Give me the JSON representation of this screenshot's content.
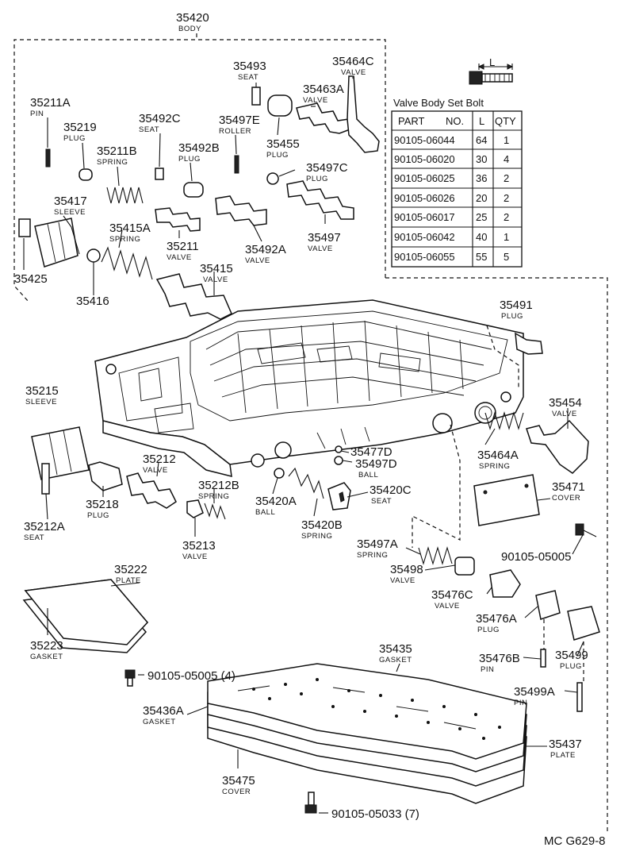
{
  "body_part": {
    "number": "35420",
    "name": "BODY"
  },
  "labels": [
    {
      "id": "35493",
      "number": "35493",
      "name": "SEAT"
    },
    {
      "id": "35464C",
      "number": "35464C",
      "name": "VALVE"
    },
    {
      "id": "35463A",
      "number": "35463A",
      "name": "VALVE"
    },
    {
      "id": "35211A",
      "number": "35211A",
      "name": "PIN"
    },
    {
      "id": "35492C",
      "number": "35492C",
      "name": "SEAT"
    },
    {
      "id": "35497E",
      "number": "35497E",
      "name": "ROLLER"
    },
    {
      "id": "35219",
      "number": "35219",
      "name": "PLUG"
    },
    {
      "id": "35211B",
      "number": "35211B",
      "name": "SPRING"
    },
    {
      "id": "35492B",
      "number": "35492B",
      "name": "PLUG"
    },
    {
      "id": "35455",
      "number": "35455",
      "name": "PLUG"
    },
    {
      "id": "35497C",
      "number": "35497C",
      "name": "PLUG"
    },
    {
      "id": "35417",
      "number": "35417",
      "name": "SLEEVE"
    },
    {
      "id": "35415A",
      "number": "35415A",
      "name": "SPRING"
    },
    {
      "id": "35211",
      "number": "35211",
      "name": "VALVE"
    },
    {
      "id": "35492A",
      "number": "35492A",
      "name": "VALVE"
    },
    {
      "id": "35497",
      "number": "35497",
      "name": "VALVE"
    },
    {
      "id": "35425",
      "number": "35425",
      "name": ""
    },
    {
      "id": "35416",
      "number": "35416",
      "name": ""
    },
    {
      "id": "35415",
      "number": "35415",
      "name": "VALVE"
    },
    {
      "id": "35491",
      "number": "35491",
      "name": "PLUG"
    },
    {
      "id": "35215",
      "number": "35215",
      "name": "SLEEVE"
    },
    {
      "id": "35454",
      "number": "35454",
      "name": "VALVE"
    },
    {
      "id": "35477D",
      "number": "35477D",
      "name": ""
    },
    {
      "id": "35497D",
      "number": "35497D",
      "name": "BALL"
    },
    {
      "id": "35464A",
      "number": "35464A",
      "name": "SPRING"
    },
    {
      "id": "35212",
      "number": "35212",
      "name": "VALVE"
    },
    {
      "id": "35212B",
      "number": "35212B",
      "name": "SPRING"
    },
    {
      "id": "35218",
      "number": "35218",
      "name": "PLUG"
    },
    {
      "id": "35420A",
      "number": "35420A",
      "name": "BALL"
    },
    {
      "id": "35420C",
      "number": "35420C",
      "name": "SEAT"
    },
    {
      "id": "35471",
      "number": "35471",
      "name": "COVER"
    },
    {
      "id": "35212A",
      "number": "35212A",
      "name": "SEAT"
    },
    {
      "id": "35420B",
      "number": "35420B",
      "name": "SPRING"
    },
    {
      "id": "35213",
      "number": "35213",
      "name": "VALVE"
    },
    {
      "id": "35497A",
      "number": "35497A",
      "name": "SPRING"
    },
    {
      "id": "90105-05005a",
      "number": "90105-05005",
      "name": ""
    },
    {
      "id": "35222",
      "number": "35222",
      "name": "PLATE"
    },
    {
      "id": "35498",
      "number": "35498",
      "name": "VALVE"
    },
    {
      "id": "35476C",
      "number": "35476C",
      "name": "VALVE"
    },
    {
      "id": "35476A",
      "number": "35476A",
      "name": "PLUG"
    },
    {
      "id": "35223",
      "number": "35223",
      "name": "GASKET"
    },
    {
      "id": "35435",
      "number": "35435",
      "name": "GASKET"
    },
    {
      "id": "35476B",
      "number": "35476B",
      "name": "PIN"
    },
    {
      "id": "35499",
      "number": "35499",
      "name": "PLUG"
    },
    {
      "id": "90105-05005b",
      "number": "90105-05005 (4)",
      "name": ""
    },
    {
      "id": "35499A",
      "number": "35499A",
      "name": "PIN"
    },
    {
      "id": "35436A",
      "number": "35436A",
      "name": "GASKET"
    },
    {
      "id": "35437",
      "number": "35437",
      "name": "PLATE"
    },
    {
      "id": "35475",
      "number": "35475",
      "name": "COVER"
    },
    {
      "id": "90105-05033",
      "number": "90105-05033 (7)",
      "name": ""
    }
  ],
  "bolt_table": {
    "title": "Valve Body Set Bolt",
    "length_symbol": "L",
    "headers": {
      "part": "PART",
      "no": "NO.",
      "length": "L",
      "qty": "QTY"
    },
    "rows": [
      {
        "part_no": "90105-06044",
        "length": "64",
        "qty": "1"
      },
      {
        "part_no": "90105-06020",
        "length": "30",
        "qty": "4"
      },
      {
        "part_no": "90105-06025",
        "length": "36",
        "qty": "2"
      },
      {
        "part_no": "90105-06026",
        "length": "20",
        "qty": "2"
      },
      {
        "part_no": "90105-06017",
        "length": "25",
        "qty": "2"
      },
      {
        "part_no": "90105-06042",
        "length": "40",
        "qty": "1"
      },
      {
        "part_no": "90105-06055",
        "length": "55",
        "qty": "5"
      }
    ]
  },
  "figure_code": "MC G629-8"
}
